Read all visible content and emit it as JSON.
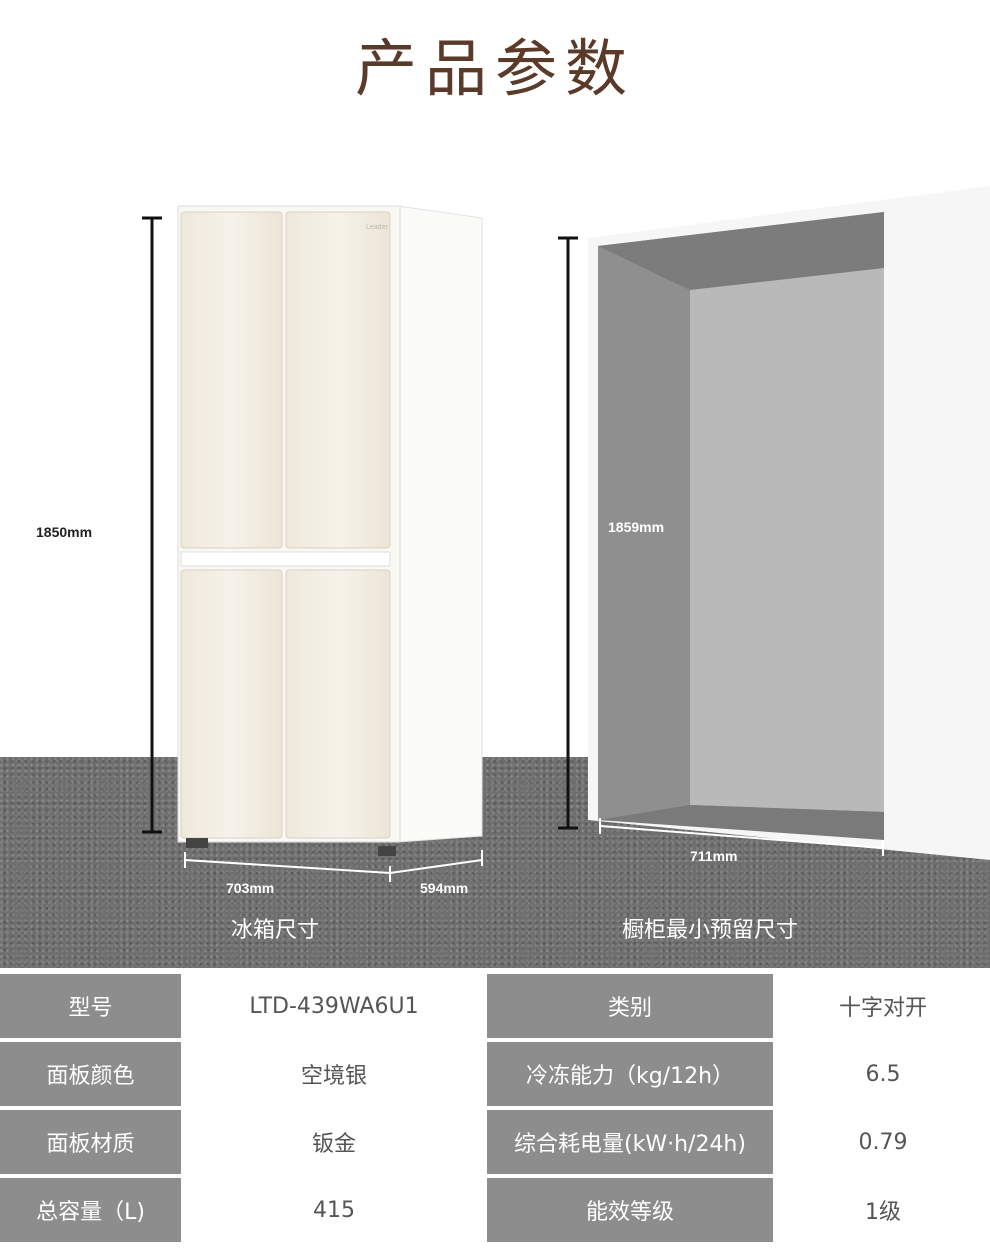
{
  "title": "产品参数",
  "dimensions": {
    "fridge_height": "1850mm",
    "fridge_width": "703mm",
    "fridge_depth": "594mm",
    "cabinet_height": "1859mm",
    "cabinet_width": "711mm",
    "fridge_caption": "冰箱尺寸",
    "cabinet_caption": "橱柜最小预留尺寸",
    "brand": "Leader"
  },
  "specs": [
    {
      "k1": "型号",
      "v1": "LTD-439WA6U1",
      "k2": "类别",
      "v2": "十字对开"
    },
    {
      "k1": "面板颜色",
      "v1": "空境银",
      "k2": "冷冻能力（kg/12h）",
      "v2": "6.5"
    },
    {
      "k1": "面板材质",
      "v1": "钣金",
      "k2": "综合耗电量(kW·h/24h)",
      "v2": "0.79"
    },
    {
      "k1": "总容量（L)",
      "v1": "415",
      "k2": "能效等级",
      "v2": "1级"
    }
  ],
  "colors": {
    "title": "#5a3a28",
    "key_cell": "#8d8d8d",
    "floor": "#6e6e6e"
  }
}
